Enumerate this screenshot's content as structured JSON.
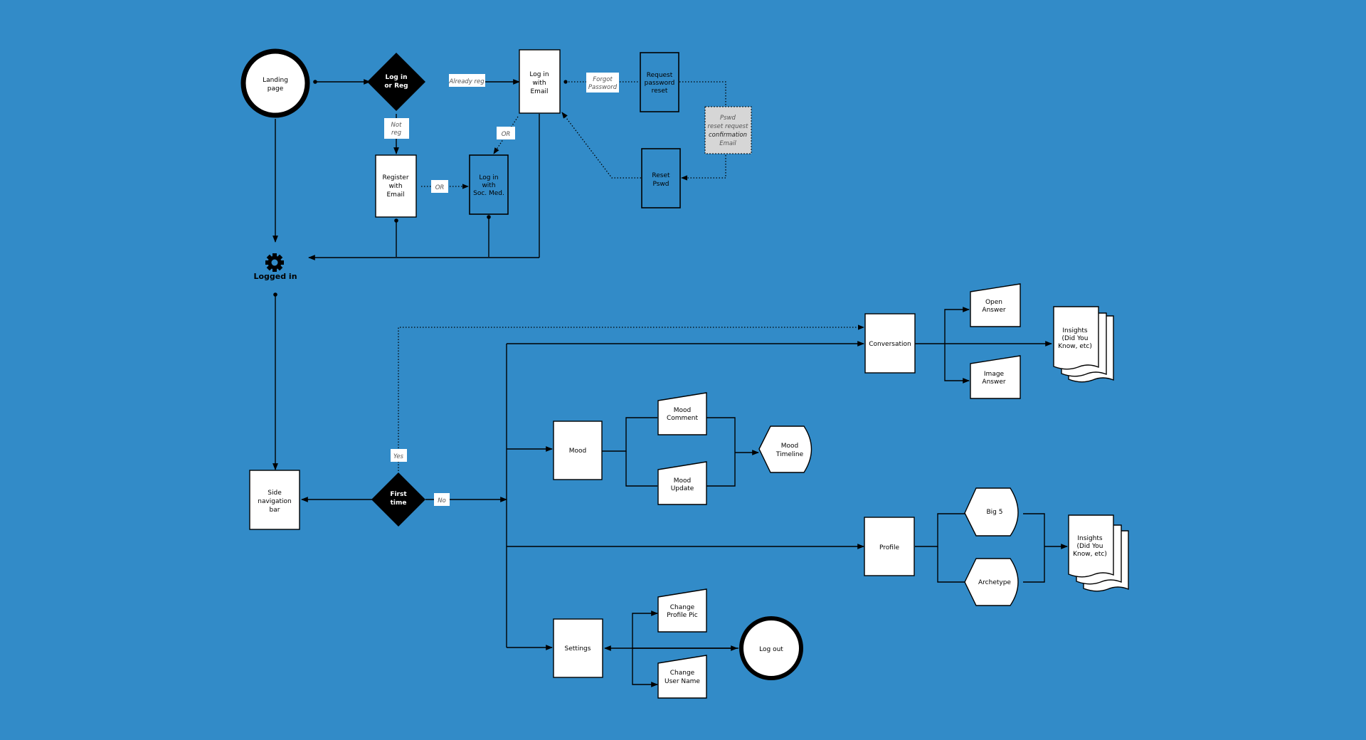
{
  "diagram": {
    "nodes": {
      "landing": [
        "Landing",
        "page"
      ],
      "login_or_reg": [
        "Log in",
        "or Reg"
      ],
      "login_email": [
        "Log in",
        "with",
        "Email"
      ],
      "request_reset": [
        "Request",
        "password",
        "reset"
      ],
      "pswd_email": [
        "Pswd",
        "reset request",
        "confirmation",
        "Email"
      ],
      "reset_pswd": [
        "Reset",
        "Pswd"
      ],
      "register_email": [
        "Register",
        "with",
        "Email"
      ],
      "login_social": [
        "Log in",
        "with",
        "Soc. Med."
      ],
      "logged_in": "Logged in",
      "side_nav": [
        "Side",
        "navigation",
        "bar"
      ],
      "first_time": [
        "First",
        "time"
      ],
      "conversation": "Conversation",
      "open_answer": [
        "Open",
        "Answer"
      ],
      "image_answer": [
        "Image",
        "Answer"
      ],
      "insights_1": [
        "Insights",
        "(Did You",
        "Know, etc)"
      ],
      "mood": "Mood",
      "mood_comment": [
        "Mood",
        "Comment"
      ],
      "mood_update": [
        "Mood",
        "Update"
      ],
      "mood_timeline": [
        "Mood",
        "Timeline"
      ],
      "profile": "Profile",
      "big5": "Big 5",
      "archetype": "Archetype",
      "insights_2": [
        "Insights",
        "(Did You",
        "Know, etc)"
      ],
      "settings": "Settings",
      "change_pic": [
        "Change",
        "Profile Pic"
      ],
      "change_name": [
        "Change",
        "User Name"
      ],
      "logout": "Log out"
    },
    "edge_labels": {
      "already_reg": "Already reg",
      "not_reg": [
        "Not",
        "reg"
      ],
      "or_1": "OR",
      "or_2": "OR",
      "forgot_password": [
        "Forgot",
        "Password"
      ],
      "yes": "Yes",
      "no": "No"
    },
    "icons": {
      "logged_in_icon": "gear-icon"
    },
    "colors": {
      "background": "#328bc8",
      "node_fill": "#ffffff",
      "decision_fill": "#000000",
      "email_fill": "#d6d6d6"
    }
  }
}
